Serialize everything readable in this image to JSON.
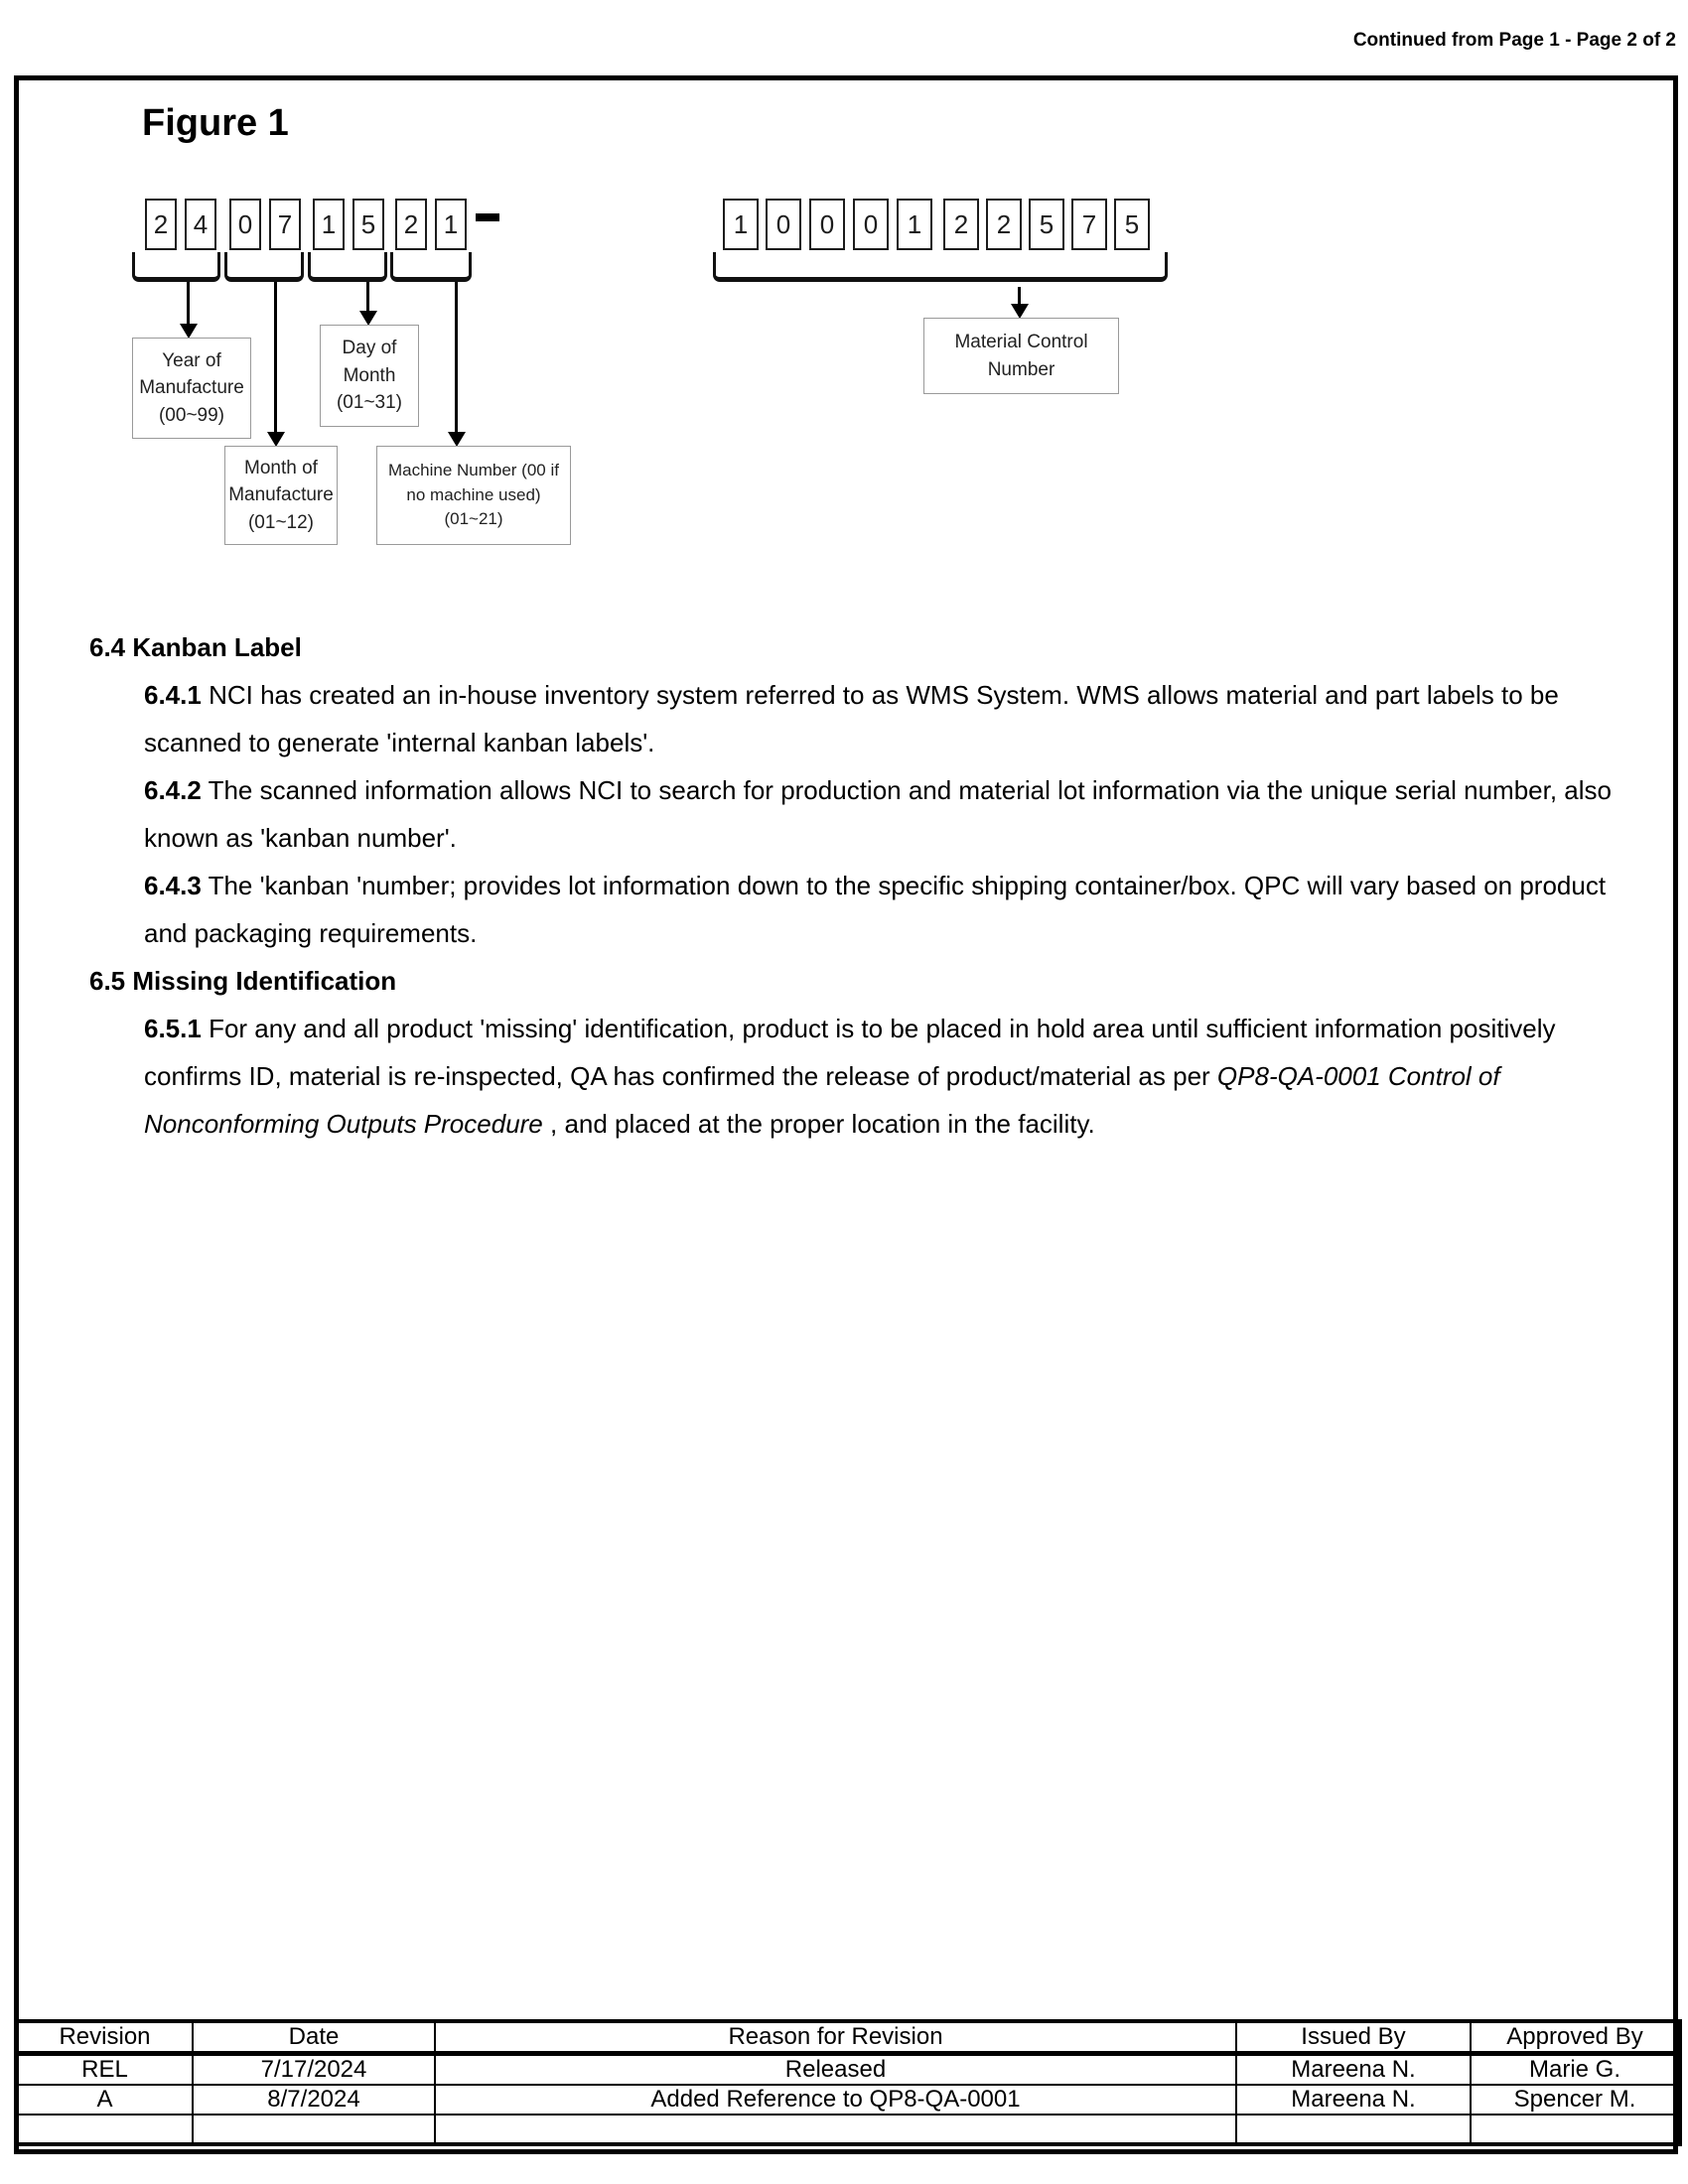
{
  "page": {
    "continuation": "Continued from Page 1 - Page 2 of 2"
  },
  "figure": {
    "title": "Figure 1",
    "left_groups": [
      {
        "digits": [
          "2",
          "4"
        ],
        "label": "Year of Manufacture (00~99)"
      },
      {
        "digits": [
          "0",
          "7"
        ],
        "label": "Month of Manufacture (01~12)"
      },
      {
        "digits": [
          "1",
          "5"
        ],
        "label": "Day of Month (01~31)"
      },
      {
        "digits": [
          "2",
          "1"
        ],
        "label": "Machine Number (00 if no machine used) (01~21)"
      }
    ],
    "right_group": {
      "digits": [
        "1",
        "0",
        "0",
        "0",
        "1",
        "2",
        "2",
        "5",
        "7",
        "5"
      ],
      "label": "Material Control Number"
    }
  },
  "sections": [
    {
      "heading": "6.4 Kanban Label",
      "items": [
        {
          "num": "6.4.1",
          "text": "NCI has created an in-house inventory system referred to as WMS System. WMS allows material and part labels to be scanned to generate 'internal kanban labels'."
        },
        {
          "num": "6.4.2",
          "text": "The scanned information allows NCI to search for production and material lot information via the unique serial number, also known as 'kanban number'."
        },
        {
          "num": "6.4.3",
          "text": "The 'kanban 'number; provides lot information down to the specific shipping container/box. QPC will vary based on product and packaging requirements."
        }
      ]
    },
    {
      "heading": "6.5 Missing Identification",
      "items": [
        {
          "num": "6.5.1",
          "text_before": "For any and all product 'missing' identification, product is to be placed in hold area until sufficient information positively confirms ID, material is re-inspected, QA has confirmed the release of product/material as per",
          "italic": "QP8-QA-0001 Control of Nonconforming Outputs Procedure",
          "text_after": " , and placed at the proper location in the facility."
        }
      ]
    }
  ],
  "revision_table": {
    "headers": [
      "Revision",
      "Date",
      "Reason for Revision",
      "Issued By",
      "Approved By"
    ],
    "rows": [
      [
        "REL",
        "7/17/2024",
        "Released",
        "Mareena N.",
        "Marie G."
      ],
      [
        "A",
        "8/7/2024",
        "Added Reference to QP8-QA-0001",
        "Mareena N.",
        "Spencer M."
      ],
      [
        "",
        "",
        "",
        "",
        ""
      ]
    ]
  }
}
